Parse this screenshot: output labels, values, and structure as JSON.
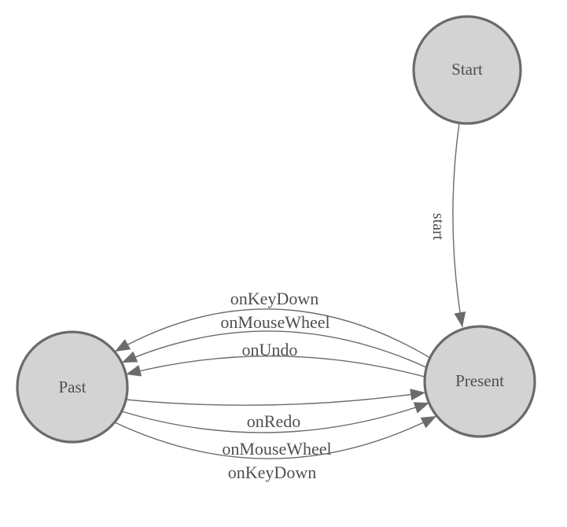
{
  "diagram": {
    "type": "state-diagram",
    "nodes": [
      {
        "id": "start",
        "label": "Start"
      },
      {
        "id": "present",
        "label": "Present"
      },
      {
        "id": "past",
        "label": "Past"
      }
    ],
    "edges": [
      {
        "from": "start",
        "to": "present",
        "label": "start"
      },
      {
        "from": "present",
        "to": "past",
        "label": "onKeyDown"
      },
      {
        "from": "present",
        "to": "past",
        "label": "onMouseWheel"
      },
      {
        "from": "present",
        "to": "past",
        "label": "onUndo"
      },
      {
        "from": "past",
        "to": "present",
        "label": "onRedo"
      },
      {
        "from": "past",
        "to": "present",
        "label": "onMouseWheel"
      },
      {
        "from": "past",
        "to": "present",
        "label": "onKeyDown"
      }
    ],
    "colors": {
      "background": "#ffffff",
      "node_fill": "#d3d3d3",
      "node_border": "#6a6a6a",
      "edge_stroke": "#6b6b6b",
      "text_color": "#4f4f4f"
    }
  }
}
